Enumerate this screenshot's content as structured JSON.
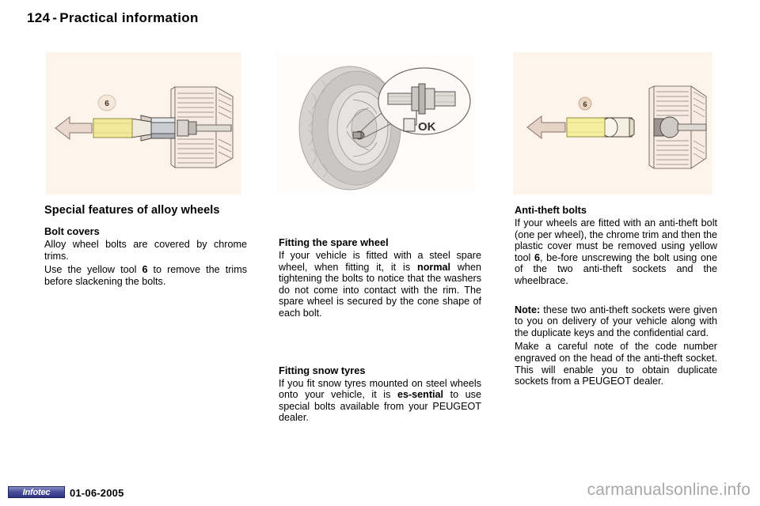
{
  "header": {
    "page_number": "124",
    "separator": "-",
    "title": "Practical information"
  },
  "figures": [
    {
      "name": "alloy-wheel-bolt-cover-removal",
      "callout_label": "6",
      "caption_text": ""
    },
    {
      "name": "spare-wheel-bolt-seating-detail",
      "callout_label": "OK",
      "caption_text": ""
    },
    {
      "name": "anti-theft-bolt-cover-removal",
      "callout_label": "6",
      "caption_text": ""
    }
  ],
  "columns": {
    "left": {
      "section_title": "Special features of alloy wheels",
      "sub_title": "Bolt covers",
      "para_1": "Alloy wheel bolts are covered by chrome trims.",
      "para_2_a": "Use the yellow tool ",
      "para_2_bold": "6",
      "para_2_b": " to remove the trims before slackening the bolts."
    },
    "middle": {
      "sub_title_1": "Fitting the spare wheel",
      "para_1_a": "If your vehicle is fitted with a steel spare wheel, when fitting it, it is ",
      "para_1_bold": "normal",
      "para_1_b": " when tightening the bolts to notice that the washers do not come into contact with the rim. The spare wheel is secured by the cone shape of each bolt.",
      "sub_title_2": "Fitting snow tyres",
      "para_2_a": "If you fit snow tyres mounted on steel wheels onto your vehicle, it is ",
      "para_2_bold": "es-sential",
      "para_2_b": " to use special bolts available from your PEUGEOT dealer."
    },
    "right": {
      "sub_title": "Anti-theft bolts",
      "para_1_a": "If your wheels are fitted with an anti-theft bolt (one per wheel), the chrome trim and then the plastic cover must be removed using yellow tool ",
      "para_1_bold": "6",
      "para_1_b": ", be-fore unscrewing the bolt using one of the two anti-theft sockets  and the wheelbrace.",
      "note_label": "Note:",
      "note_text": " these two anti-theft sockets were given to you on delivery of your vehicle along with the duplicate keys and the confidential card.",
      "para_2": "Make a careful note of the code number engraved on the head of the anti-theft socket. This will enable you to obtain duplicate sockets from a PEUGEOT dealer."
    }
  },
  "footer": {
    "logo_text": "Infotec",
    "date": "01-06-2005",
    "watermark": "carmanualsonline.info"
  },
  "colors": {
    "figure_background": "#fdf4ec",
    "tool_yellow": "#f2ea9a",
    "metal_gray": "#c9cdd2",
    "logo_blue": "#2f3480",
    "watermark_gray": "#a8a8a8"
  }
}
